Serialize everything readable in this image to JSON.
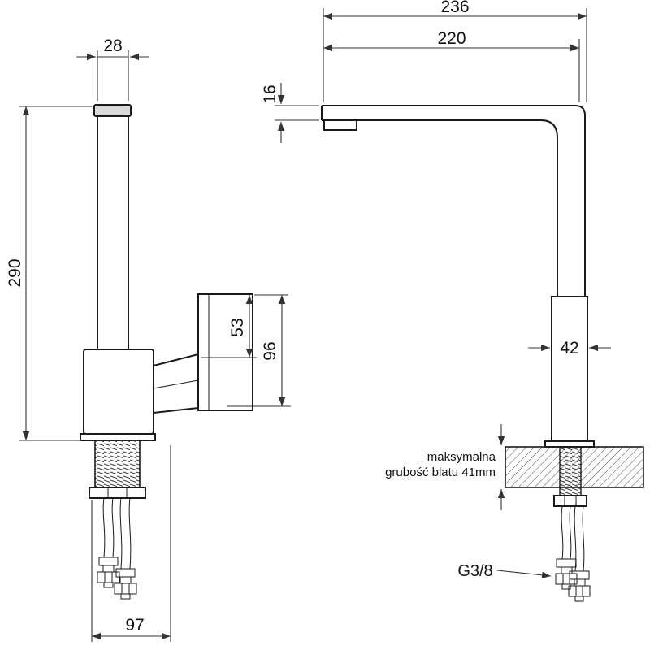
{
  "dimensions": {
    "spout_reach_total": "236",
    "spout_reach": "220",
    "top_width": "28",
    "spout_thickness": "16",
    "total_height": "290",
    "handle_upper": "53",
    "handle_total": "96",
    "body_width": "42",
    "base_depth": "97",
    "thread_size": "G3/8"
  },
  "notes": {
    "countertop_line1": "maksymalna",
    "countertop_line2": "grubość blatu 41mm"
  },
  "colors": {
    "line": "#1a1a1a",
    "dimension": "#333333",
    "background": "#ffffff"
  }
}
